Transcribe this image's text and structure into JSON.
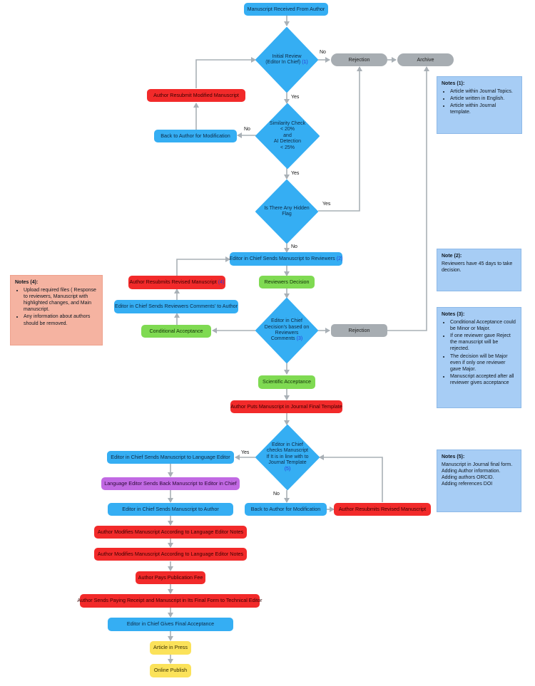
{
  "nodes": {
    "received": "Manuscript Received From Author",
    "initial_review": [
      "Initial Review",
      "(Editor In Chief)"
    ],
    "initial_review_ref": "(1)",
    "rejection_top": "Rejection",
    "archive": "Archive",
    "author_resubmit_modified": "Author Resubmit Modified Manuscript",
    "back_to_author_1": "Back to Author for Modification",
    "similarity": [
      "Similarity Check",
      "< 20%",
      "and",
      "AI Detection",
      "< 25%"
    ],
    "hidden_flag": [
      "Is There Any Hidden",
      "Flag"
    ],
    "sends_to_reviewers": "Editor in Chief Sends Manuscript to Reviewers",
    "sends_to_reviewers_ref": "(2)",
    "author_resubmits_revised": "Author Resubmits Revised Manuscript",
    "author_resubmits_revised_ref": "(4)",
    "reviewers_decision": "Reviewers Decision",
    "sends_comments": "Editor in Chief Sends Reviewers Comments' to Author",
    "conditional_acceptance": "Conditional Acceptance",
    "eic_decision": [
      "Editor in Chief",
      "Decision's based on",
      "Reviewers",
      "Comments"
    ],
    "eic_decision_ref": "(3)",
    "rejection_mid": "Rejection",
    "scientific_acceptance": "Scientific Acceptance",
    "final_template": "Author Puts Manuscript in Journal Final Template",
    "checks_template": [
      "Editor in Chief",
      "checks Manuscript",
      "If It is in line with  to",
      "Journal Template"
    ],
    "checks_template_ref": "(5)",
    "to_language_editor": "Editor in Chief Sends Manuscript to Language Editor",
    "language_sends_back": "Language Editor Sends Back Manuscript to Editor in Chief",
    "sends_to_author": "Editor in Chief Sends Manuscript to Author",
    "back_to_author_2": "Back to Author for Modification",
    "author_resubmits_revised_2": "Author Resubmits Revised Manuscript",
    "modifies_1": "Author Modifies Manuscript According to Language Editor Notes",
    "modifies_2": "Author Modifies Manuscript According to Language Editor Notes",
    "pays_fee": "Author Pays Publication Fee",
    "sends_receipt": "Author Sends Paying Receipt and Manuscript in Its Final Form to Technical Editor",
    "final_acceptance": "Editor in Chief Gives Final Acceptance",
    "article_in_press": "Article in Press",
    "online_publish": "Online Publish"
  },
  "edge_labels": {
    "initial_no": "No",
    "initial_yes": "Yes",
    "similarity_no": "No",
    "similarity_yes": "Yes",
    "hidden_yes": "Yes",
    "hidden_no": "No",
    "checks_yes": "Yes",
    "checks_no": "No"
  },
  "notes": {
    "n1": {
      "title": "Notes (1):",
      "items": [
        "Article within Journal Topics.",
        "Article written in English.",
        "Article within Journal template."
      ]
    },
    "n2": {
      "title": "Note (2):",
      "lines": [
        "Reviewers have 45 days to take decision."
      ]
    },
    "n3": {
      "title": "Notes (3):",
      "items": [
        "Conditional Acceptance could be Minor or Major.",
        "If one reviewer gave Reject the manuscript will be rejected.",
        " The decision will be Major even if only one reviewer gave Major.",
        "Manuscript accepted after all reviewer gives acceptance"
      ]
    },
    "n4": {
      "title": "Notes (4):",
      "items": [
        "Upload required files ( Response to reviewers, Manuscript with highlighted changes, and Main manuscript.",
        "Any information about authors should be removed."
      ]
    },
    "n5": {
      "title": "Notes (5):",
      "lines": [
        "Manuscript in Journal final form.",
        "Adding Author information.",
        "Adding authors ORCID.",
        "Adding references DOI"
      ]
    }
  },
  "colors": {
    "blue": "#35aef3",
    "red": "#f22a2a",
    "green": "#7fda52",
    "grey": "#a7adb2",
    "purple": "#c169e3",
    "yellow": "#fbe25a",
    "connector": "#a9b0b6"
  }
}
